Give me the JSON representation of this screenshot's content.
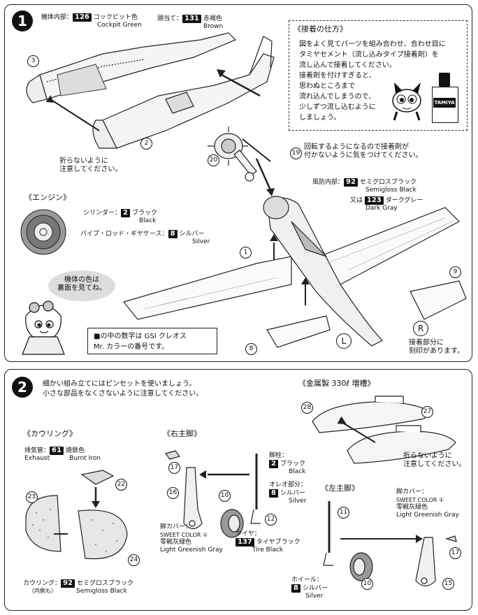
{
  "step1": {
    "num": "1",
    "cockpit_label": "機体内部：",
    "cockpit_code": "126",
    "cockpit_jp": "コックピット色",
    "cockpit_en": "Cockpit Green",
    "headrest_label": "頭当て：",
    "headrest_code": "131",
    "headrest_jp": "赤褐色",
    "headrest_en": "Brown",
    "part3": "3",
    "part2": "2",
    "no_fold_1": "折らないように",
    "no_fold_2": "注意してください。",
    "glue_title": "《接着の仕方》",
    "glue_lines": [
      "図をよく見てパーツを組み合わせ、合わせ目に",
      "タミヤセメント（流し込みタイプ接着剤）を",
      "流し込んで接着してください。",
      "接着剤を付けすぎると、",
      "思わぬところまで",
      "流れ込んでしまうので、",
      "少しずつ流し込むように",
      "しましょう。"
    ],
    "bottle_label": "TAMIYA",
    "part19": "19",
    "part20": "20",
    "rotate_note_1": "回転するようになるので接着剤が",
    "rotate_note_2": "付かないように気をつけてください。",
    "windshield_label": "風防内部：",
    "windshield_code": "92",
    "windshield_jp": "セミグロスブラック",
    "windshield_en": "Semigloss Black",
    "or_label": "又は",
    "or_code": "123",
    "or_jp": "ダークグレー",
    "or_en": "Dark Gray",
    "engine_title": "《エンジン》",
    "cylinder_label": "シリンダー：",
    "cylinder_code": "2",
    "cylinder_jp": "ブラック",
    "cylinder_en": "Black",
    "pipe_label": "パイプ・ロッド・ギヤケース：",
    "pipe_code": "8",
    "pipe_jp": "シルバー",
    "pipe_en": "Silver",
    "part1": "1",
    "part9": "9",
    "part8": "8",
    "body_color_1": "機体の色は",
    "body_color_2": "裏面を見てね。",
    "gsi_note_1": "■の中の数字は GSI クレオス",
    "gsi_note_2": "Mr. カラーの番号です。",
    "mark_r": "R",
    "mark_l": "L",
    "engraved_1": "接着部分に",
    "engraved_2": "刻印があります。"
  },
  "step2": {
    "num": "2",
    "tweezers_1": "細かい組み立てにはピンセットを使いましょう。",
    "tweezers_2": "小さな部品をなくさないように注意してください。",
    "tank_title": "《金属製 330ℓ 増槽》",
    "part28": "28",
    "part27": "27",
    "tank_no_fold_1": "折らないように",
    "tank_no_fold_2": "注意してください。",
    "cowling_title": "《カウリング》",
    "exhaust_label": "排気管：",
    "exhaust_code": "61",
    "exhaust_jp": "焼鉄色",
    "exhaust_en": "Exhaust",
    "exhaust_en2": "Burnt Iron",
    "part22": "22",
    "part23": "23",
    "part24": "24",
    "cowl_label": "カウリング：",
    "cowl_sub": "（内側も）",
    "cowl_code": "92",
    "cowl_jp": "セミグロスブラック",
    "cowl_en": "Semigloss Black",
    "right_gear_title": "《右主脚》",
    "part17": "17",
    "part16": "16",
    "part10": "10",
    "part12": "12",
    "strut_label": "脚柱：",
    "strut_code": "2",
    "strut_jp": "ブラック",
    "strut_en": "Black",
    "oleo_label": "オレオ部分：",
    "oleo_code": "8",
    "oleo_jp": "シルバー",
    "oleo_en": "Silver",
    "cover_label": "脚カバー：",
    "cover_sc": "SWEET COLOR ①",
    "cover_jp": "零戦灰緑色",
    "cover_en": "Light Greenish Gray",
    "tire_label": "タイヤ：",
    "tire_code": "137",
    "tire_jp": "タイヤブラック",
    "tire_en": "Tire Black",
    "left_gear_title": "《左主脚》",
    "part11": "11",
    "part15": "15",
    "wheel_label": "ホイール：",
    "wheel_code": "8",
    "wheel_jp": "シルバー",
    "wheel_en": "Silver"
  }
}
